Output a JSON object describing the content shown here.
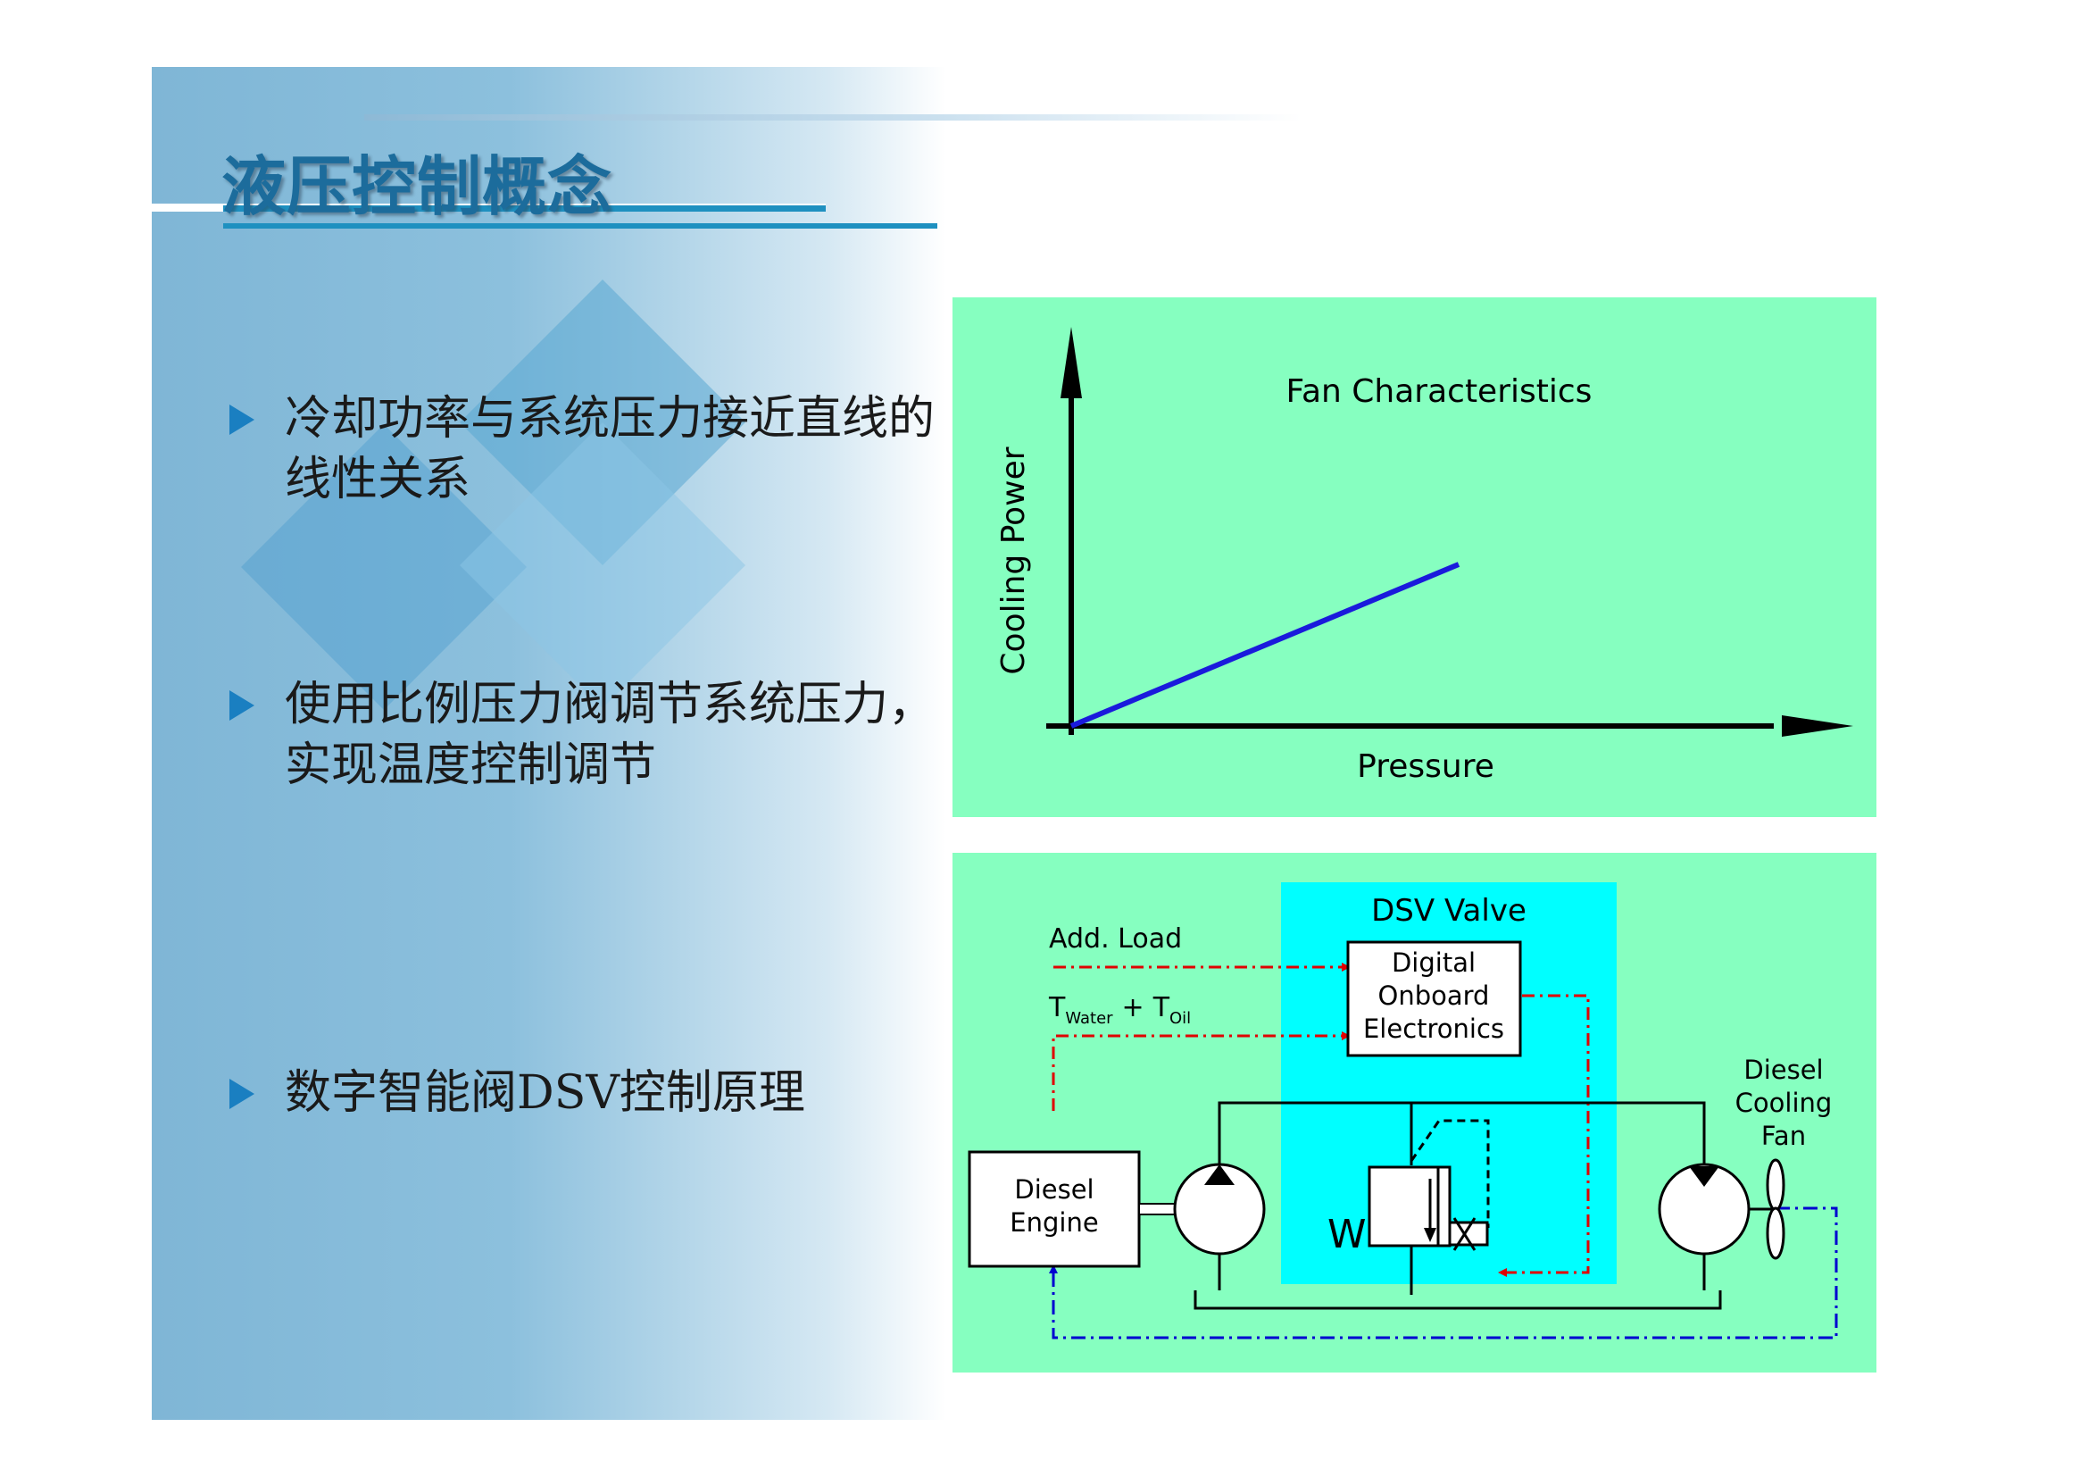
{
  "slide": {
    "title": "液压控制概念",
    "bullets": [
      {
        "text": "冷却功率与系统压力接近直线的线性关系"
      },
      {
        "text": "使用比例压力阀调节系统压力，实现温度控制调节"
      },
      {
        "text": "数字智能阀DSV控制原理"
      }
    ]
  },
  "colors": {
    "accent": "#1e90c0",
    "panel_bg": "#86ffc0",
    "valve_bg": "#00ffff",
    "line_series": "#1a1adc",
    "signal_red": "#e00000",
    "signal_blue": "#0000d0"
  },
  "chart_data": {
    "type": "line",
    "title": "Fan Characteristics",
    "xlabel": "Pressure",
    "ylabel": "Cooling Power",
    "series": [
      {
        "name": "",
        "x": [
          0,
          1
        ],
        "values": [
          0,
          1
        ]
      }
    ],
    "xlim": [
      0,
      1.2
    ],
    "ylim": [
      0,
      1.25
    ],
    "grid": false,
    "legend": "none"
  },
  "diagram": {
    "valve_title": "DSV Valve",
    "add_load": "Add. Load",
    "t_water": "T",
    "t_water_sub": "Water",
    "plus": "+",
    "t_oil": "T",
    "t_oil_sub": "Oil",
    "electronics_lines": [
      "Digital",
      "Onboard",
      "Electronics"
    ],
    "engine_lines": [
      "Diesel",
      "Engine"
    ],
    "fan_lines": [
      "Diesel",
      "Cooling",
      "Fan"
    ],
    "spring_symbol": "W"
  }
}
